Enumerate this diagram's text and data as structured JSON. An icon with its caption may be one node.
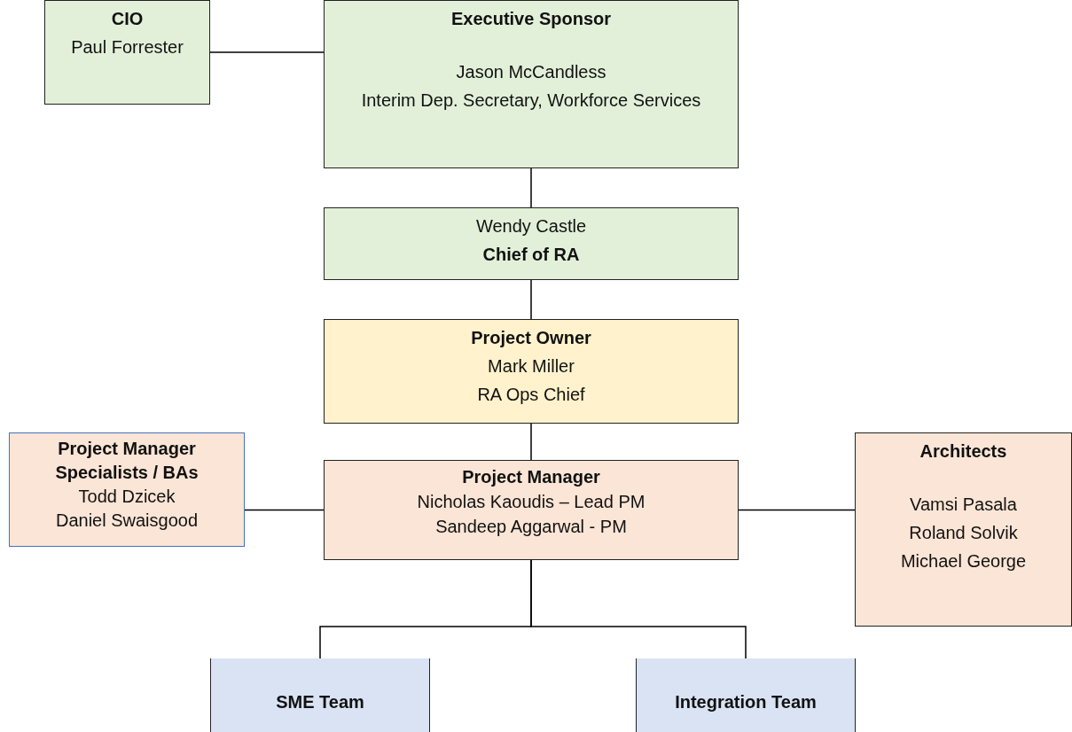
{
  "diagram": {
    "nodes": [
      {
        "text": [
          "CIO",
          "Paul Forrester"
        ]
      },
      {
        "text": [
          "Executive Sponsor",
          "Jason McCandless",
          "Interim Dep. Secretary, Workforce Services"
        ]
      },
      {
        "text": [
          "Wendy Castle",
          "Chief of RA"
        ]
      },
      {
        "text": [
          "Project Owner",
          "Mark Miller",
          "RA Ops Chief"
        ]
      },
      {
        "text": [
          "Project Manager Specialists / BAs",
          "Todd Dzicek",
          "Daniel Swaisgood"
        ]
      },
      {
        "text": [
          "Project Manager",
          "Nicholas Kaoudis – Lead PM",
          "Sandeep Aggarwal - PM"
        ]
      },
      {
        "text": [
          "Architects",
          "Vamsi Pasala",
          "Roland Solvik",
          "Michael George"
        ]
      },
      {
        "text": [
          "SME Team"
        ]
      },
      {
        "text": [
          "Integration Team"
        ]
      }
    ],
    "edges": [
      {
        "from": 0,
        "to": 1,
        "arrow": "none"
      },
      {
        "from": 1,
        "to": 2,
        "arrow": "none"
      },
      {
        "from": 2,
        "to": 3,
        "arrow": "none"
      },
      {
        "from": 3,
        "to": 5,
        "arrow": "none"
      },
      {
        "from": 4,
        "to": 5,
        "arrow": "none"
      },
      {
        "from": 5,
        "to": 6,
        "arrow": "none"
      },
      {
        "from": 5,
        "to": 7,
        "arrow": "none"
      },
      {
        "from": 5,
        "to": 8,
        "arrow": "none"
      }
    ]
  }
}
